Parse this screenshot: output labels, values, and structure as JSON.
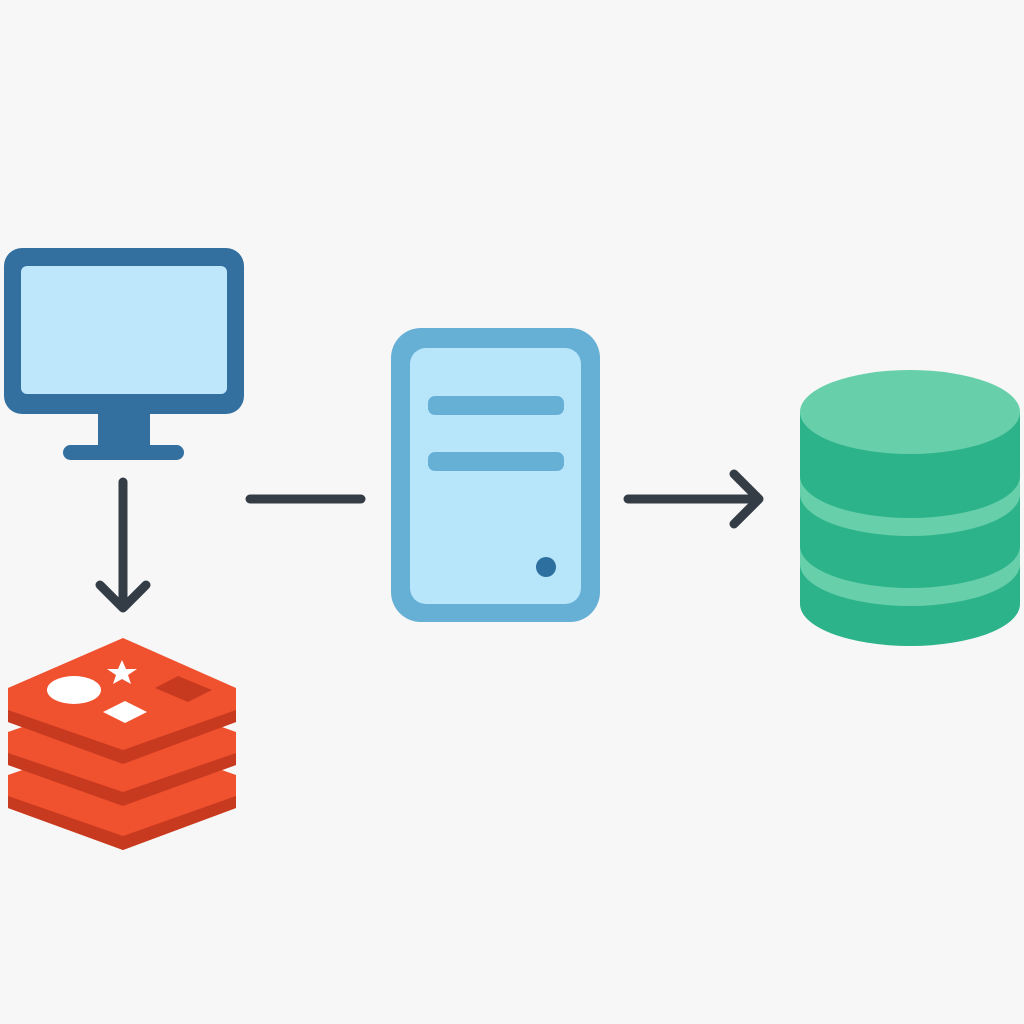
{
  "diagram": {
    "nodes": [
      {
        "id": "client",
        "icon": "monitor-icon"
      },
      {
        "id": "cache",
        "icon": "redis-cache-icon"
      },
      {
        "id": "server",
        "icon": "server-icon"
      },
      {
        "id": "database",
        "icon": "database-icon"
      }
    ],
    "edges": [
      {
        "from": "client",
        "to": "cache",
        "arrowhead": true
      },
      {
        "from": "client",
        "to": "server",
        "arrowhead": false
      },
      {
        "from": "server",
        "to": "database",
        "arrowhead": true
      }
    ]
  },
  "colors": {
    "background": "#f7f7f7",
    "monitor_frame": "#336f9f",
    "monitor_screen": "#bfe7fb",
    "server_frame": "#66b0d6",
    "server_body": "#b7e6fb",
    "server_slot": "#66b0d6",
    "server_led": "#2d6f9f",
    "database_top": "#67cfaa",
    "database_body": "#2db38a",
    "database_band": "#67cfaa",
    "redis_layer": "#f0512f",
    "redis_shadow": "#c73a1f",
    "redis_mark": "#ffffff",
    "connector": "#343d46"
  }
}
